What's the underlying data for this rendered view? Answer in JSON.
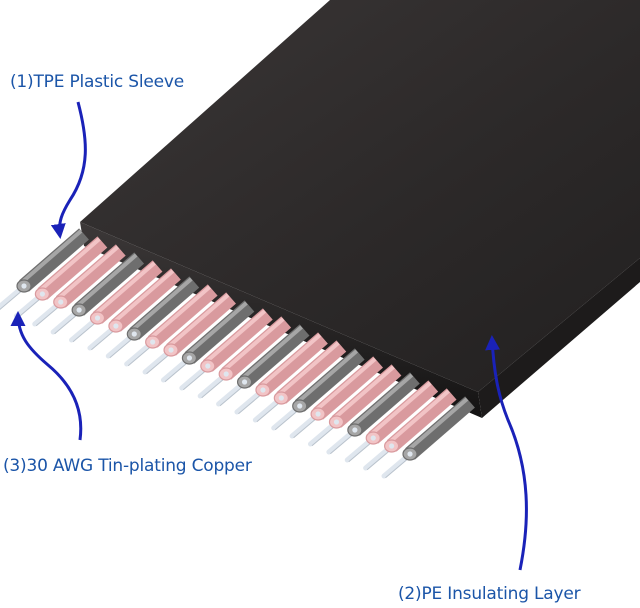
{
  "labels": {
    "tpe": "(1)TPE Plastic Sleeve",
    "awg": "(3)30 AWG Tin-plating Copper",
    "pe": "(2)PE Insulating Layer"
  },
  "colors": {
    "label_text": "#1b55a8",
    "arrow": "#1a22b8",
    "jacket": "#2f2c2c",
    "jacket_edge": "#1c1a1a",
    "sleeve_pink": "#d99a9e",
    "sleeve_pink_light": "#f2c4c6",
    "sleeve_gray": "#6e6e6e",
    "sleeve_gray_light": "#a6a6a6",
    "copper": "#dfe6ee"
  },
  "wires": {
    "pattern": [
      "gray",
      "pink",
      "pink",
      "gray",
      "pink",
      "pink",
      "gray",
      "pink",
      "pink",
      "gray",
      "pink",
      "pink",
      "gray",
      "pink",
      "pink",
      "gray",
      "pink",
      "pink",
      "gray",
      "pink",
      "pink",
      "gray"
    ]
  }
}
